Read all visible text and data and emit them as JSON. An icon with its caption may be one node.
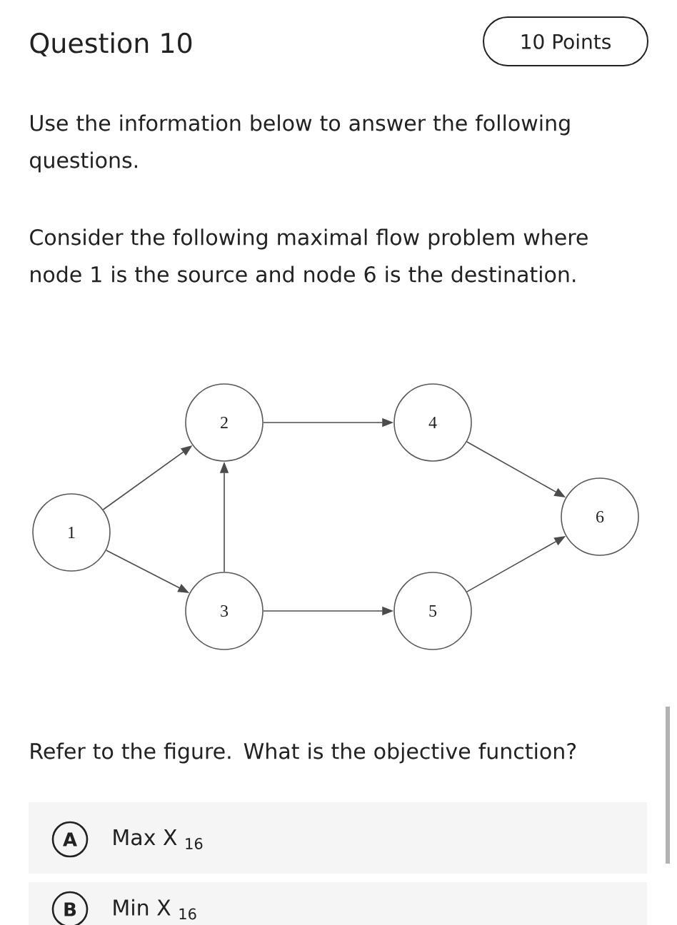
{
  "diagram": {
    "title": "Question 10",
    "nodes": [
      {
        "text": [
          "10 Points"
        ]
      },
      {
        "text": [
          "1"
        ]
      },
      {
        "text": [
          "2"
        ]
      },
      {
        "text": [
          "3"
        ]
      },
      {
        "text": [
          "4"
        ]
      },
      {
        "text": [
          "5"
        ]
      },
      {
        "text": [
          "6"
        ]
      },
      {
        "text": [
          "Max X $_{16}$"
        ]
      },
      {
        "text": [
          "A"
        ],
        "in": 7
      },
      {
        "text": [
          "Min X $_{16}$"
        ]
      },
      {
        "text": [
          "B"
        ],
        "in": 9
      }
    ],
    "edges": [
      {
        "from": 1,
        "to": 2,
        "arrow": "to"
      },
      {
        "from": 1,
        "to": 3,
        "arrow": "to"
      },
      {
        "from": 3,
        "to": 2,
        "arrow": "to"
      },
      {
        "from": 2,
        "to": 4,
        "arrow": "to"
      },
      {
        "from": 3,
        "to": 5,
        "arrow": "to"
      },
      {
        "from": 4,
        "to": 6,
        "arrow": "to"
      },
      {
        "from": 5,
        "to": 6,
        "arrow": "to"
      }
    ],
    "labels": [
      "Use the information below to answer the following questions.",
      "Consider the following maximal flow problem where node 1 is the source and node 6 is the destination.",
      "Refer to the figure. What is the objective function?"
    ]
  }
}
